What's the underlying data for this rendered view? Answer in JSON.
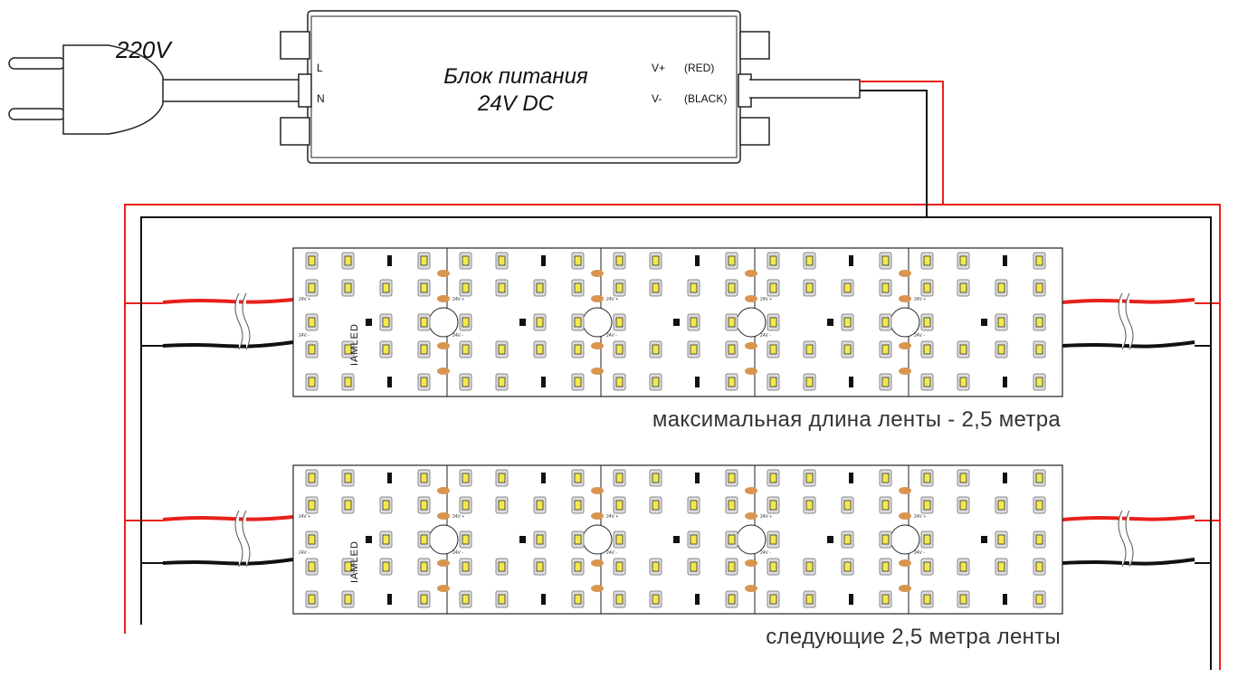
{
  "plug": {
    "voltage_label": "220V"
  },
  "power_supply": {
    "title_line1": "Блок питания",
    "title_line2": "24V DC",
    "input_terminals": [
      "L",
      "N"
    ],
    "output_terminals": [
      {
        "name": "V+",
        "wire": "(RED)"
      },
      {
        "name": "V-",
        "wire": "(BLACK)"
      }
    ]
  },
  "strips": [
    {
      "brand": "IAMLED",
      "caption": "максимальная длина ленты - 2,5 метра"
    },
    {
      "brand": "IAMLED",
      "caption": "следующие 2,5 метра ленты"
    }
  ],
  "strip_markings": {
    "plus": "24V +",
    "minus": "24V -"
  },
  "colors": {
    "positive_wire": "#e8201c",
    "negative_wire": "#111111",
    "solder_pad": "#d99550",
    "led_yellow": "#f3e94a",
    "outline": "#222222"
  }
}
